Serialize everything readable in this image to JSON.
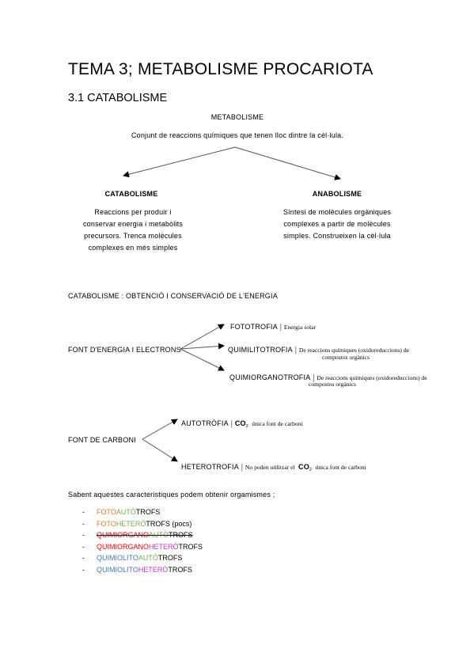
{
  "title": "TEMA 3; METABOLISME PROCARIOTA",
  "section": "3.1 CATABOLISME",
  "metabolisme": {
    "label": "METABOLISME",
    "definition": "Conjunt de reaccions químiques que tenen lloc dintre la cèl·lula."
  },
  "catabolisme": {
    "label": "CATABOLISME",
    "description": "Reaccions per produir i conservar energia i metabòlits precursors. Trenca molècules complexes en més simples"
  },
  "anabolisme": {
    "label": "ANABOLISME",
    "description": "Síntesi de molècules orgàniques complexes a partir de molècules simples. Construeixen la cèl·lula"
  },
  "energy": {
    "heading": "CATABOLISME : OBTENCIÓ I CONSERVACIÓ DE L'ENERGIA",
    "source_label": "FONT D'ENERGIA I ELECTRONS",
    "fototrofia": {
      "label": "FOTOTROFIA",
      "sep": "|",
      "desc": "Energia solar"
    },
    "quimilitotrofia": {
      "label": "QUIMILITOTROFIA",
      "sep": "|",
      "desc_line1": "De reaccions químiques (oxidoreduccions) de",
      "desc_line2": "compostos orgànics"
    },
    "quimiorganotrofia": {
      "label": "QUIMIORGANOTROFIA",
      "sep": "|",
      "desc_line1": "De reaccions químiques (oxidoreduccions) de",
      "desc_line2": "compostos orgànics"
    }
  },
  "carbon": {
    "source_label": "FONT DE CARBONI",
    "autotrofia": {
      "label": "AUTOTRÒFIA",
      "sep": "|",
      "co": "CO",
      "sub": "2",
      "desc": "única font de carboni"
    },
    "heterotrofia": {
      "label": "HETEROTROFIA",
      "sep": "|",
      "desc_pre": "No poden utilitzar el",
      "co": "CO",
      "sub": "2",
      "desc_post": "única font de carboni"
    }
  },
  "organisms": {
    "intro": "Sabent aquestes caracteristiques podem obtenir orgamismes ;",
    "dash": "-",
    "items": [
      {
        "parts": [
          {
            "text": "FOTO",
            "color": "#e8742a"
          },
          {
            "text": "AUTÒ",
            "color": "#70ad47"
          },
          {
            "text": "TROFS",
            "color": "#000000"
          }
        ],
        "strike": false
      },
      {
        "parts": [
          {
            "text": "FOTO",
            "color": "#e8742a"
          },
          {
            "text": "HETERÒ",
            "color": "#70ad47"
          },
          {
            "text": "TROFS (pocs)",
            "color": "#000000"
          }
        ],
        "strike": false
      },
      {
        "parts": [
          {
            "text": "QUIMIORGANO",
            "color": "#ff0000"
          },
          {
            "text": "AUTÒ",
            "color": "#70ad47"
          },
          {
            "text": "TROFS",
            "color": "#000000"
          }
        ],
        "strike": true
      },
      {
        "parts": [
          {
            "text": "QUIMIORGANO",
            "color": "#ff0000"
          },
          {
            "text": "HETERÒ",
            "color": "#cc33cc"
          },
          {
            "text": "TROFS",
            "color": "#000000"
          }
        ],
        "strike": false
      },
      {
        "parts": [
          {
            "text": "QUIMIOLITO",
            "color": "#4472c4"
          },
          {
            "text": "AUTÒ",
            "color": "#70ad47"
          },
          {
            "text": "TROFS",
            "color": "#000000"
          }
        ],
        "strike": false
      },
      {
        "parts": [
          {
            "text": "QUIMIOLITO",
            "color": "#4472c4"
          },
          {
            "text": "HETERÒ",
            "color": "#cc33cc"
          },
          {
            "text": "TROFS",
            "color": "#000000"
          }
        ],
        "strike": false
      }
    ]
  }
}
